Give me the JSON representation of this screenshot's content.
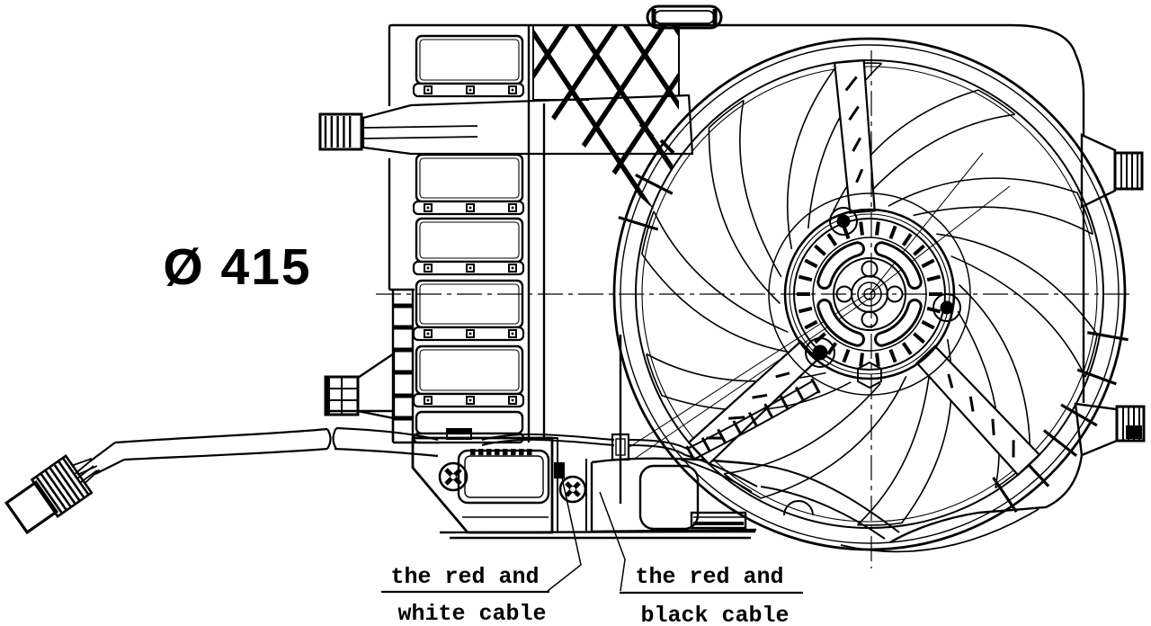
{
  "colors": {
    "ink": "#000000",
    "background": "#ffffff"
  },
  "labels": {
    "diameter": "Ø 415",
    "cable_white": {
      "line1": "the red and",
      "line2": "white cable"
    },
    "cable_black": {
      "line1": "the red and",
      "line2": "black cable"
    }
  }
}
